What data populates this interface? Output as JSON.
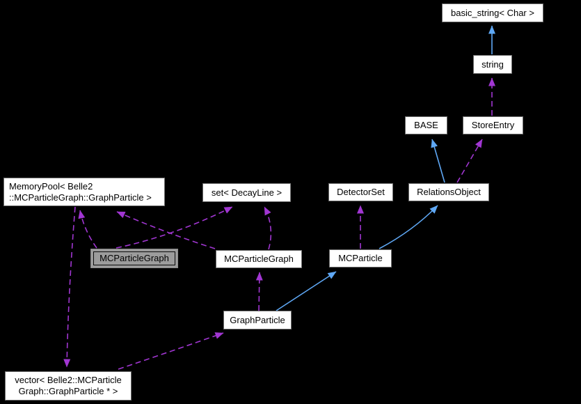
{
  "diagram": {
    "kind": "doxygen-collaboration-graph",
    "background_color": "#000000",
    "colors": {
      "inheritance_edge": "#5fa8f5",
      "usage_edge": "#a136d2",
      "node_border": "#6f6f6f",
      "node_fill": "#ffffff",
      "focal_node_fill": "#9c9c9c",
      "node_text": "#000000"
    },
    "nodes": {
      "basic_string": {
        "label": "basic_string< Char >"
      },
      "string": {
        "label": "string"
      },
      "base": {
        "label": "BASE"
      },
      "store_entry": {
        "label": "StoreEntry"
      },
      "memory_pool": {
        "line1": "MemoryPool< Belle2",
        "line2": "::MCParticleGraph::GraphParticle >"
      },
      "set_decay_line": {
        "label": "set< DecayLine >"
      },
      "detector_set": {
        "label": "DetectorSet"
      },
      "relations_object": {
        "label": "RelationsObject"
      },
      "mc_particle_graph_focus": {
        "label": "MCParticleGraph",
        "highlighted": true
      },
      "mc_particle_graph": {
        "label": "MCParticleGraph"
      },
      "mc_particle": {
        "label": "MCParticle"
      },
      "graph_particle": {
        "label": "GraphParticle"
      },
      "vector": {
        "line1": "vector< Belle2::MCParticle",
        "line2": "Graph::GraphParticle * >"
      }
    },
    "edges": [
      {
        "from": "string",
        "to": "basic_string",
        "type": "inheritance",
        "style": "solid-blue"
      },
      {
        "from": "store_entry",
        "to": "string",
        "type": "usage",
        "style": "dashed-purple"
      },
      {
        "from": "relations_object",
        "to": "base",
        "type": "inheritance",
        "style": "solid-blue"
      },
      {
        "from": "relations_object",
        "to": "store_entry",
        "type": "usage",
        "style": "dashed-purple"
      },
      {
        "from": "mc_particle",
        "to": "relations_object",
        "type": "inheritance",
        "style": "solid-blue"
      },
      {
        "from": "mc_particle",
        "to": "detector_set",
        "type": "usage",
        "style": "dashed-purple"
      },
      {
        "from": "mc_particle_graph_focus",
        "to": "memory_pool",
        "type": "usage",
        "style": "dashed-purple"
      },
      {
        "from": "mc_particle_graph_focus",
        "to": "set_decay_line",
        "type": "usage",
        "style": "dashed-purple"
      },
      {
        "from": "mc_particle_graph",
        "to": "memory_pool",
        "type": "usage",
        "style": "dashed-purple"
      },
      {
        "from": "mc_particle_graph",
        "to": "set_decay_line",
        "type": "usage",
        "style": "dashed-purple"
      },
      {
        "from": "graph_particle",
        "to": "mc_particle_graph",
        "type": "usage",
        "style": "dashed-purple"
      },
      {
        "from": "graph_particle",
        "to": "mc_particle",
        "type": "inheritance",
        "style": "solid-blue"
      },
      {
        "from": "memory_pool",
        "to": "vector",
        "type": "usage",
        "style": "dashed-purple"
      },
      {
        "from": "vector",
        "to": "graph_particle",
        "type": "usage",
        "style": "dashed-purple"
      }
    ]
  }
}
